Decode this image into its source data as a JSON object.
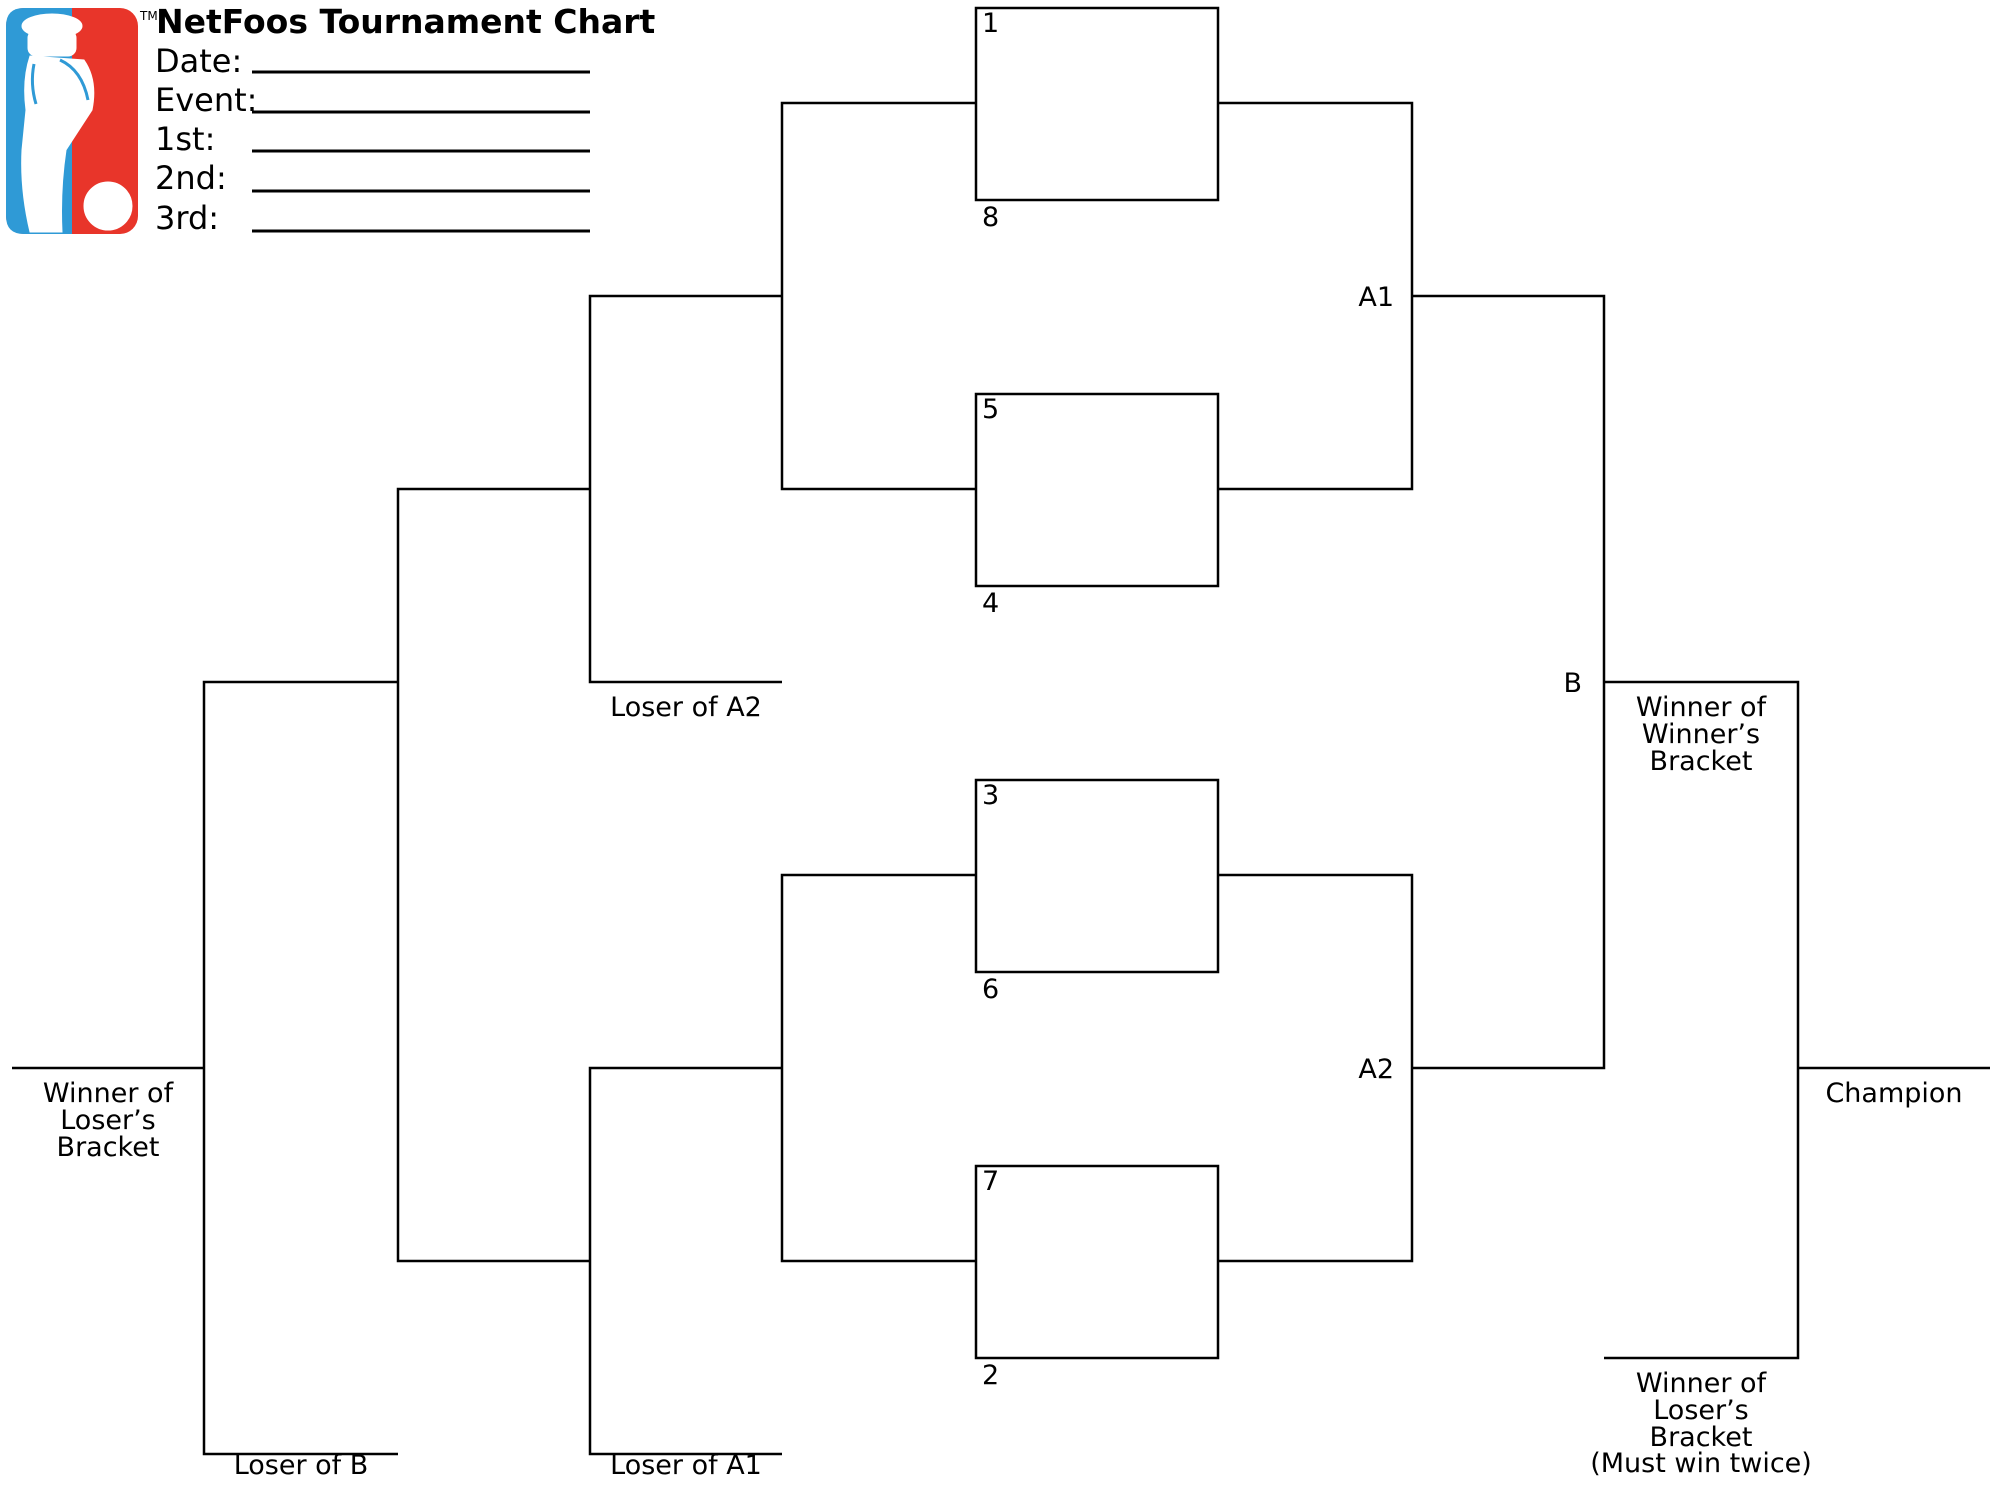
{
  "header": {
    "trademark": "TM",
    "title": "NetFoos Tournament Chart",
    "fields": [
      {
        "label": "Date:"
      },
      {
        "label": "Event:"
      },
      {
        "label": "1st:"
      },
      {
        "label": "2nd:"
      },
      {
        "label": "3rd:"
      }
    ]
  },
  "colors": {
    "logo_red": "#e8352a",
    "logo_blue": "#2f9ad6",
    "line": "#000000"
  },
  "logo": {
    "icon": "foosball-player-icon"
  },
  "seeds": [
    "1",
    "8",
    "5",
    "4",
    "3",
    "6",
    "7",
    "2"
  ],
  "winners_bracket": {
    "a1": "A1",
    "a2": "A2",
    "b": "B",
    "winner_of_winners": [
      "Winner of",
      "Winner’s",
      "Bracket"
    ]
  },
  "losers_bracket": {
    "loser_of_a2": "Loser of A2",
    "loser_of_a1": "Loser of A1",
    "loser_of_b": "Loser of B",
    "winner_of_losers": [
      "Winner of",
      "Loser’s",
      "Bracket"
    ]
  },
  "final": {
    "winner_of_losers_must_win": [
      "Winner of",
      "Loser’s",
      "Bracket",
      "(Must win twice)"
    ],
    "champion": "Champion"
  }
}
